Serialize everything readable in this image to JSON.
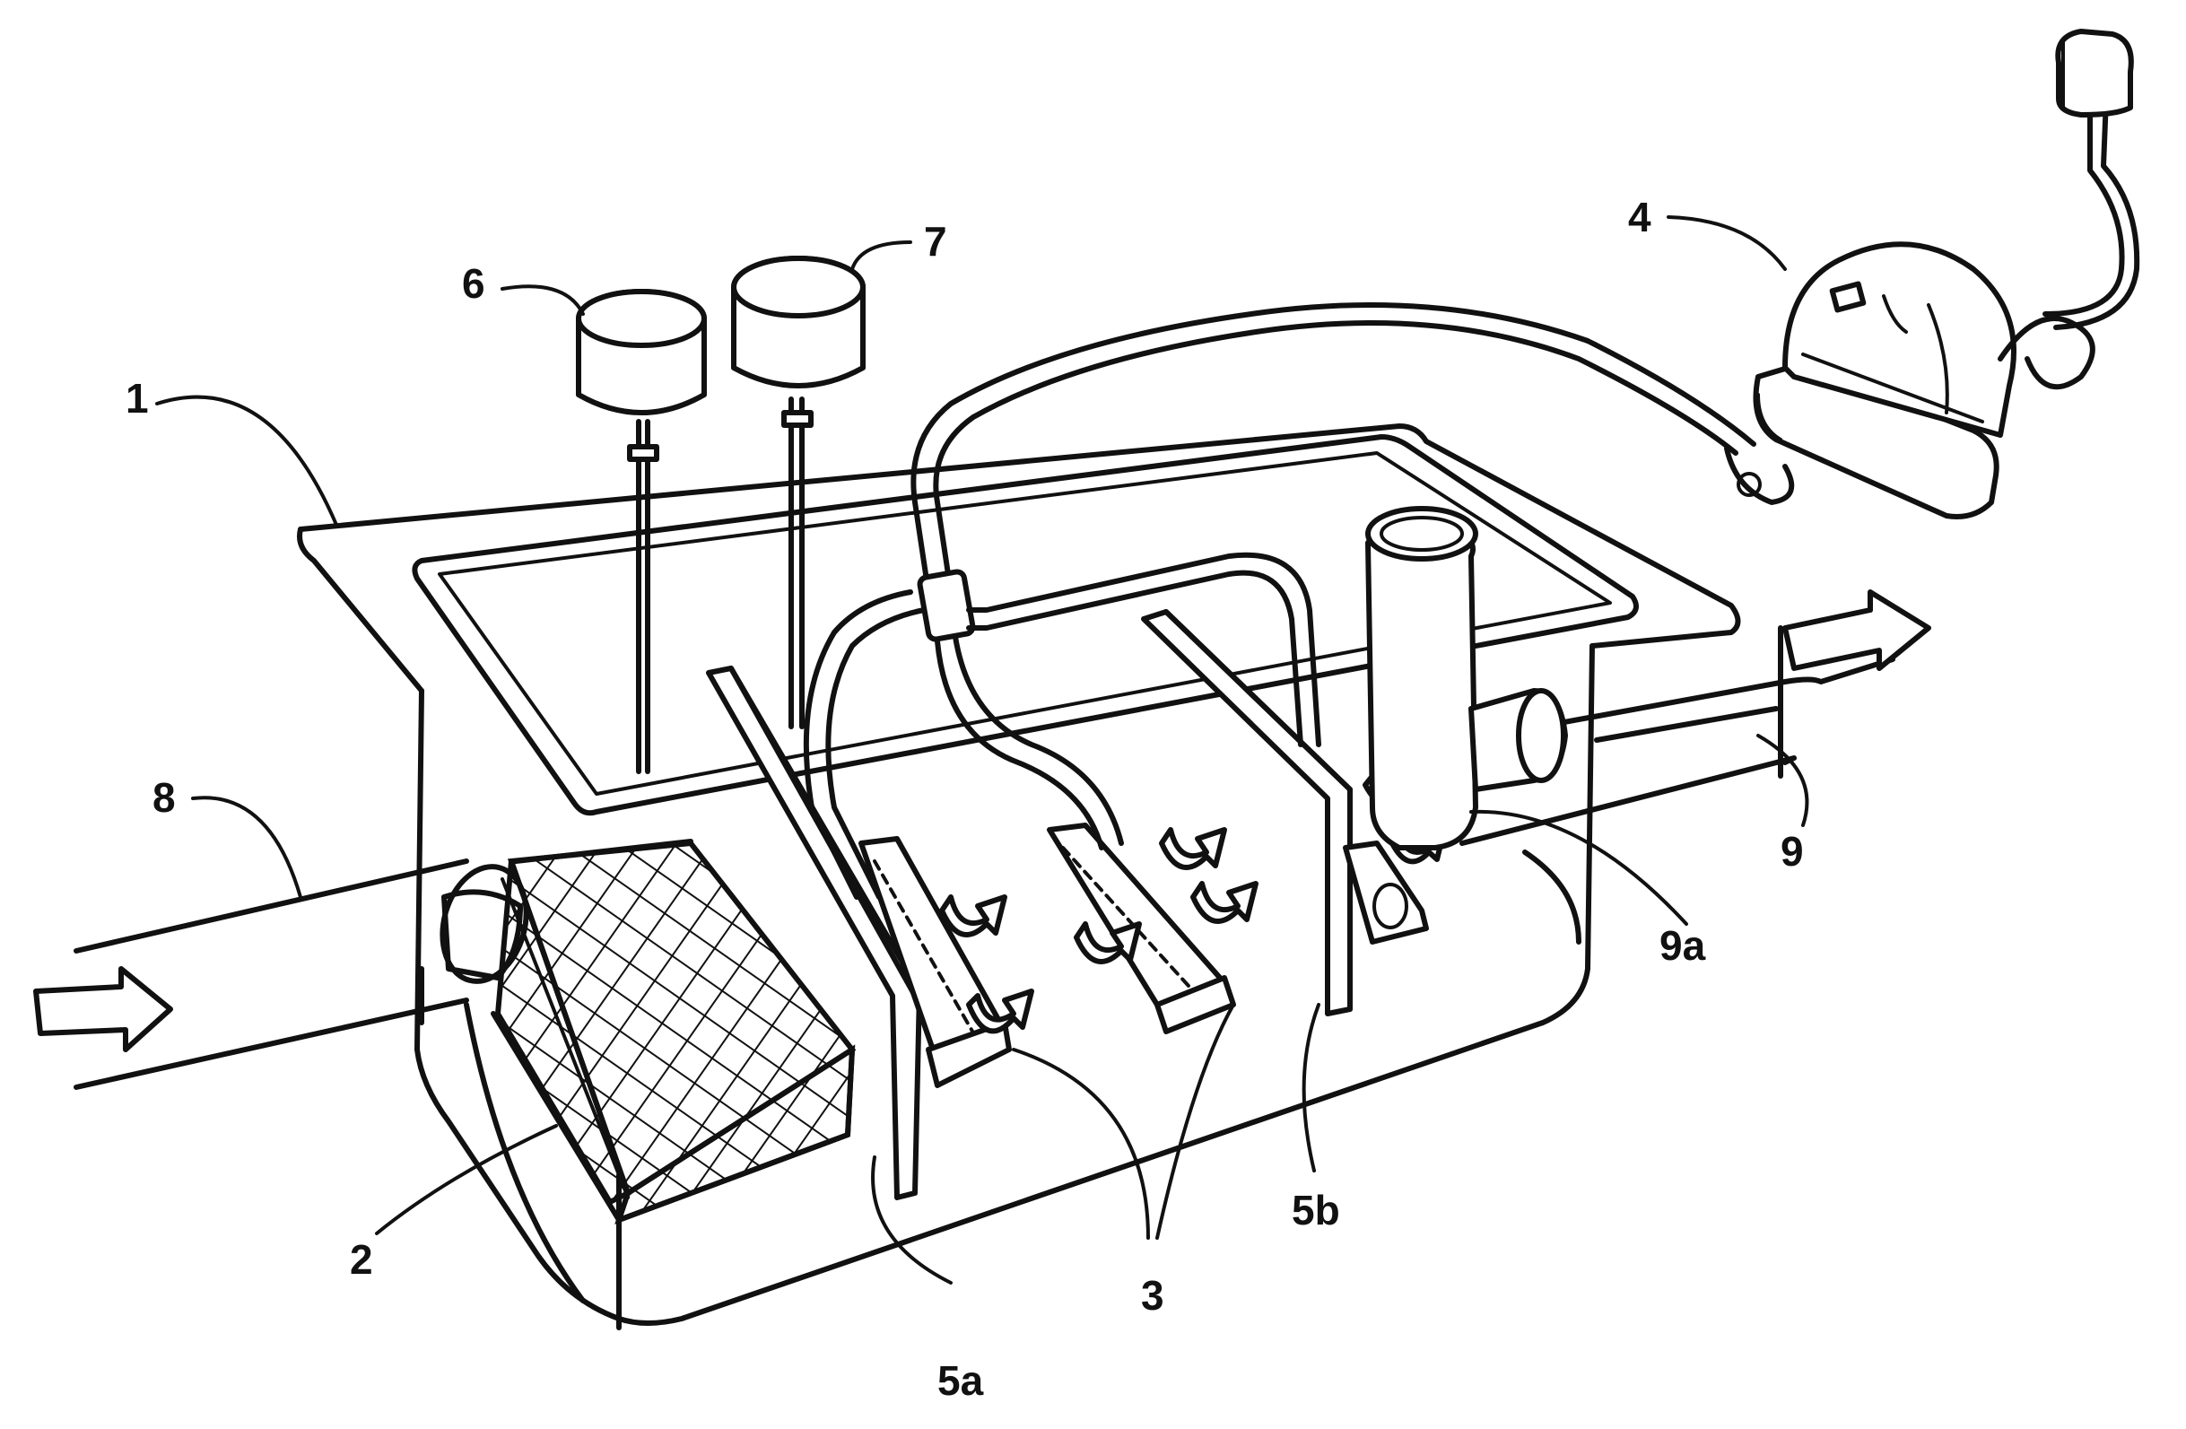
{
  "labels": {
    "tank": "1",
    "basket": "2",
    "diffuser": "3",
    "blower": "4",
    "baffle_a": "5a",
    "baffle_b": "5b",
    "tank_6": "6",
    "tank_7": "7",
    "inlet_pipe": "8",
    "outlet_pipe": "9",
    "outlet_elbow": "9a"
  },
  "colors": {
    "ink": "#111111",
    "paper": "#ffffff"
  }
}
